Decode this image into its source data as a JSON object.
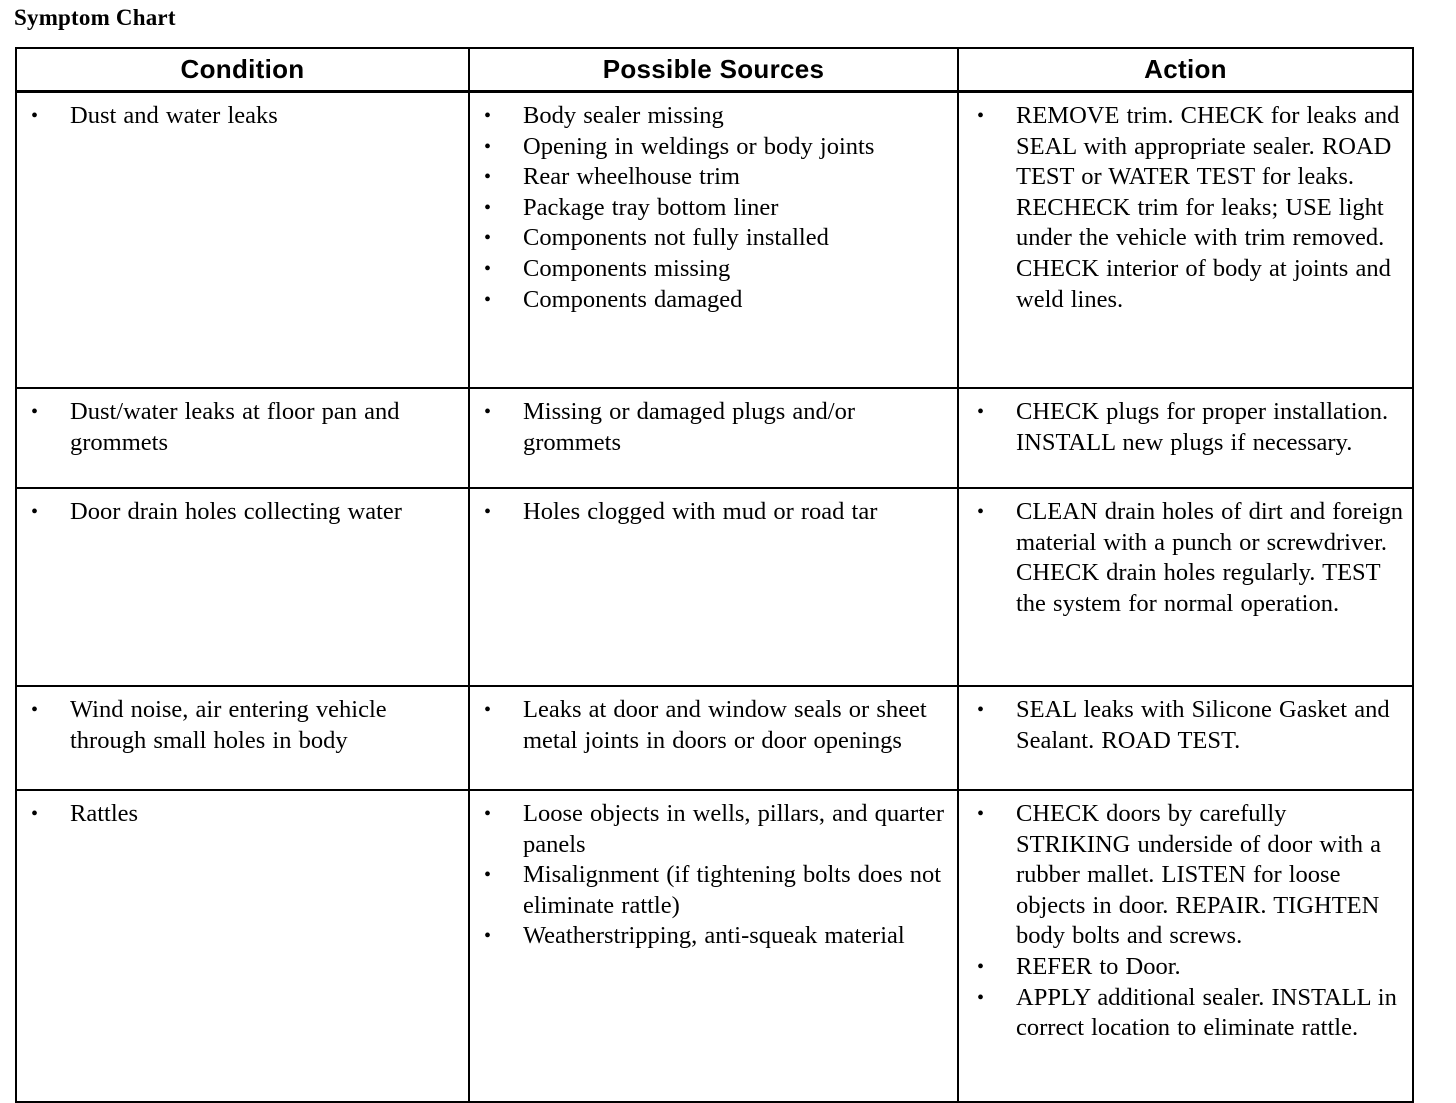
{
  "document": {
    "title": "Symptom Chart"
  },
  "table": {
    "headers": [
      {
        "label": "Condition"
      },
      {
        "label": "Possible Sources"
      },
      {
        "label": "Action"
      }
    ],
    "rows": [
      {
        "condition": [
          "Dust and water leaks"
        ],
        "sources": [
          "Body sealer missing",
          "Opening in weldings or body joints",
          "Rear wheelhouse trim",
          "Package tray bottom liner",
          "Components not fully installed",
          "Components missing",
          "Components damaged"
        ],
        "action": [
          "REMOVE trim. CHECK for leaks and SEAL with appropriate sealer. ROAD TEST or WATER TEST for leaks. RECHECK trim for leaks; USE light under the vehicle with trim removed. CHECK interior of body at joints and weld lines."
        ]
      },
      {
        "condition": [
          "Dust/water leaks at floor pan and grommets"
        ],
        "sources": [
          "Missing or damaged plugs and/or grommets"
        ],
        "action": [
          "CHECK plugs for proper installation. INSTALL new plugs if necessary."
        ]
      },
      {
        "condition": [
          "Door drain holes collecting water"
        ],
        "sources": [
          "Holes clogged with mud or road tar"
        ],
        "action": [
          "CLEAN drain holes of dirt and foreign material with a punch or screwdriver. CHECK drain holes regularly. TEST the system for normal operation."
        ]
      },
      {
        "condition": [
          "Wind noise, air entering vehicle through small holes in body"
        ],
        "sources": [
          "Leaks at door and window seals or sheet metal joints in doors or door openings"
        ],
        "action": [
          "SEAL leaks with Silicone Gasket and Sealant. ROAD TEST."
        ]
      },
      {
        "condition": [
          "Rattles"
        ],
        "sources": [
          "Loose objects in wells, pillars, and quarter panels",
          "Misalignment (if tightening bolts does not eliminate rattle)",
          "Weatherstripping, anti-squeak material"
        ],
        "action": [
          "CHECK doors by carefully STRIKING underside of door with a rubber mallet. LISTEN for loose objects in door. REPAIR. TIGHTEN body bolts and screws.",
          "REFER to Door.",
          "APPLY additional sealer. INSTALL in correct location to eliminate rattle."
        ]
      }
    ]
  }
}
